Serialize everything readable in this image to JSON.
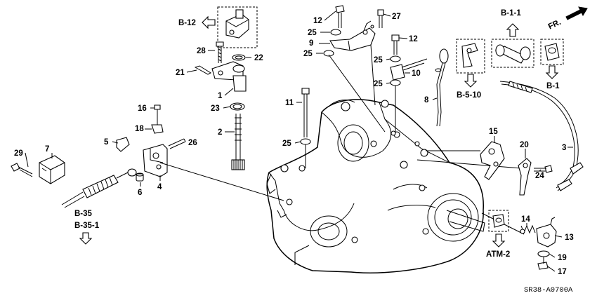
{
  "part_labels": {
    "p1": "1",
    "p2": "2",
    "p3": "3",
    "p4": "4",
    "p5": "5",
    "p6": "6",
    "p7": "7",
    "p8": "8",
    "p9": "9",
    "p10": "10",
    "p11": "11",
    "p12a": "12",
    "p12b": "12",
    "p13": "13",
    "p14": "14",
    "p15": "15",
    "p16": "16",
    "p17": "17",
    "p18": "18",
    "p19": "19",
    "p20": "20",
    "p21": "21",
    "p22": "22",
    "p23": "23",
    "p24": "24",
    "p25a": "25",
    "p25b": "25",
    "p25c": "25",
    "p25d": "25",
    "p25e": "25",
    "p26": "26",
    "p27": "27",
    "p28": "28",
    "p29": "29"
  },
  "refs": {
    "b12": "B-12",
    "b11": "B-1-1",
    "b1": "B-1",
    "b510": "B-5-10",
    "b35": "B-35",
    "b351": "B-35-1",
    "atm2": "ATM-2"
  },
  "direction_label": "FR.",
  "diagram_code": "SR38-A0700A",
  "icons": {
    "ref_arrow": "arrow-icon",
    "front_arrow": "front-arrow-icon"
  },
  "colors": {
    "ink": "#000000",
    "paper": "#ffffff"
  }
}
